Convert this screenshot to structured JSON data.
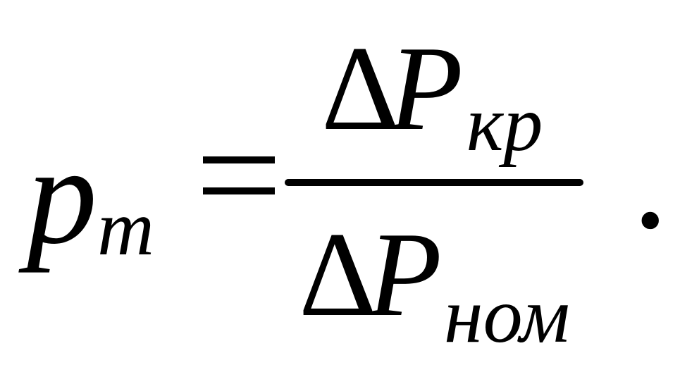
{
  "formula": {
    "lhs": {
      "variable": "p",
      "subscript": "т"
    },
    "numerator": {
      "delta": "Δ",
      "variable": "P",
      "subscript": "кр"
    },
    "denominator": {
      "delta": "Δ",
      "variable": "P",
      "subscript": "ном"
    },
    "trailing_punctuation": "."
  }
}
